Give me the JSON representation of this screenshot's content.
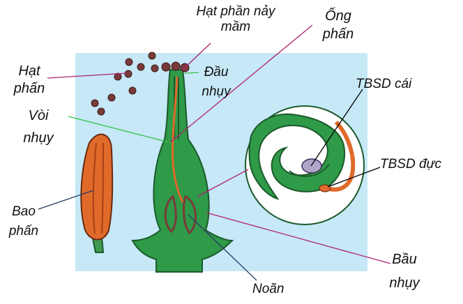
{
  "colors": {
    "background_panel": "#c6e8f7",
    "tissue_green": "#2f9a48",
    "tissue_outline": "#1c5a2b",
    "anther_orange": "#e06a2a",
    "pollen_brown": "#7a3a3a",
    "leader_magenta": "#b0216f",
    "leader_green": "#34c24a",
    "leader_navy": "#2b3a66",
    "leader_black": "#000000"
  },
  "labels": {
    "hat_phan_nay_mam_1": "Hạt phần nảy",
    "hat_phan_nay_mam_2": "mầm",
    "ong_phan_1": "Ống",
    "ong_phan_2": "phấn",
    "hat_phan_1": "Hạt",
    "hat_phan_2": "phấn",
    "dau_nhuy_1": "Đầu",
    "dau_nhuy_2": "nhụy",
    "voi_nhuy_1": "Vòi",
    "voi_nhuy_2": "nhụy",
    "tbsd_cai": "TBSD cái",
    "tbsd_duc": "TBSD đực",
    "bao_phan_1": "Bao",
    "bao_phan_2": "phấn",
    "bau_nhuy_1": "Bầu",
    "bau_nhuy_2": "nhụy",
    "noan": "Noãn"
  }
}
